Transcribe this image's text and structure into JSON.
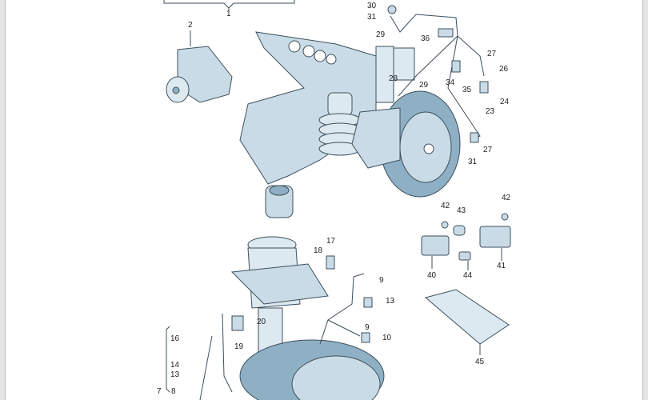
{
  "diagram": {
    "colors": {
      "part_fill": "#c9dbe6",
      "part_shade": "#8fb0c4",
      "outline": "#3d4f5c"
    },
    "callouts": [
      "1",
      "2",
      "30",
      "31",
      "29",
      "36",
      "27",
      "26",
      "34",
      "35",
      "24",
      "23",
      "28",
      "29",
      "27",
      "31",
      "42",
      "43",
      "42",
      "40",
      "44",
      "41",
      "45",
      "17",
      "18",
      "9",
      "13",
      "20",
      "19",
      "9",
      "10",
      "16",
      "14",
      "13",
      "7",
      "8"
    ]
  }
}
